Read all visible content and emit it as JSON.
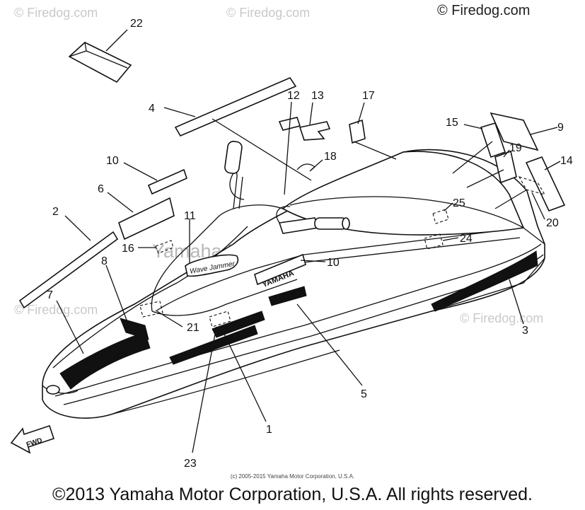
{
  "watermarks": {
    "top_right": "© Firedog.com",
    "faint": "© Firedog.com",
    "center": "Yamaha Motor Corp, U.S.A."
  },
  "callouts": {
    "c1": "1",
    "c2": "2",
    "c3": "3",
    "c4": "4",
    "c5": "5",
    "c6": "6",
    "c7": "7",
    "c8": "8",
    "c9": "9",
    "c10a": "10",
    "c10b": "10",
    "c11": "11",
    "c12": "12",
    "c13": "13",
    "c14": "14",
    "c15": "15",
    "c16": "16",
    "c17": "17",
    "c18": "18",
    "c19": "19",
    "c20": "20",
    "c21": "21",
    "c22": "22",
    "c23": "23",
    "c24": "24",
    "c25": "25"
  },
  "decals": {
    "brand": "YAMAHA",
    "model_script": "Wave Jammer",
    "fwd_arrow": "FWD"
  },
  "footer": {
    "small": "(c) 2005-2015 Yamaha Motor Corporation, U.S.A.",
    "main": "©2013 Yamaha Motor Corporation, U.S.A. All rights reserved."
  }
}
